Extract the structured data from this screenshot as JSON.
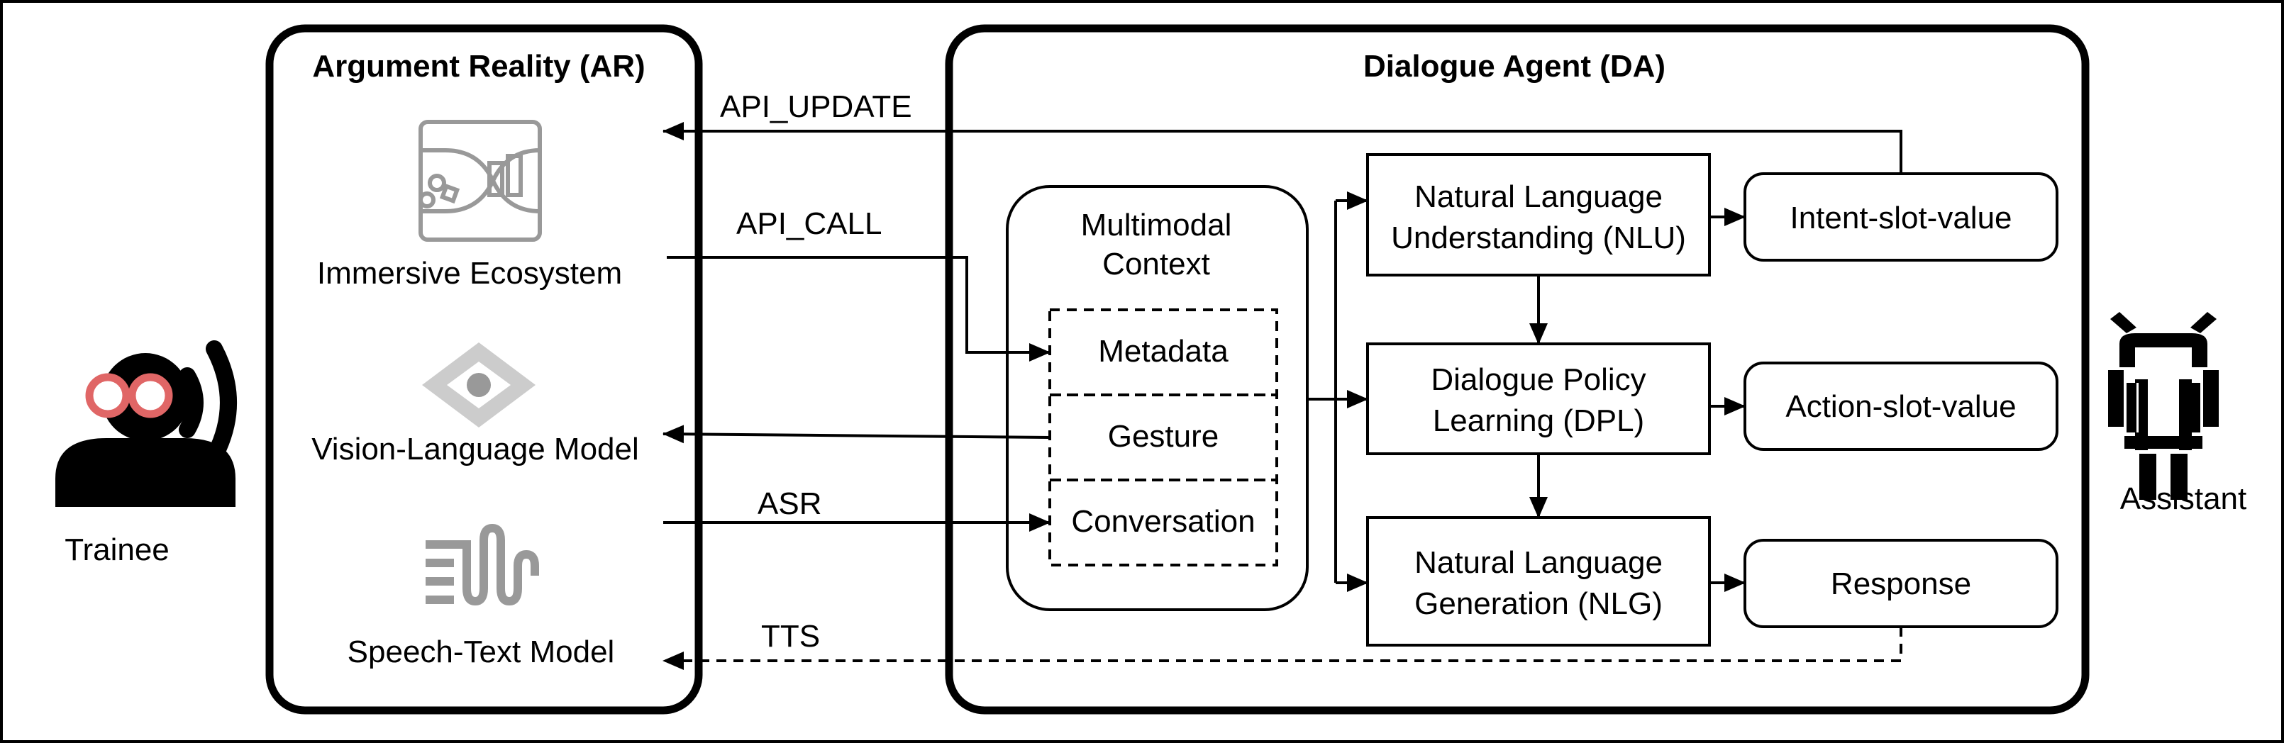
{
  "ar": {
    "title": "Argument Reality (AR)",
    "immersive_label": "Immersive Ecosystem",
    "vlm_label": "Vision-Language Model",
    "speech_label": "Speech-Text Model"
  },
  "da": {
    "title": "Dialogue Agent (DA)",
    "context_title_1": "Multimodal",
    "context_title_2": "Context",
    "metadata": "Metadata",
    "gesture": "Gesture",
    "conversation": "Conversation",
    "nlu_1": "Natural Language",
    "nlu_2": "Understanding (NLU)",
    "dpl_1": "Dialogue Policy",
    "dpl_2": "Learning (DPL)",
    "nlg_1": "Natural Language",
    "nlg_2": "Generation (NLG)",
    "intent": "Intent-slot-value",
    "action": "Action-slot-value",
    "response": "Response"
  },
  "arrows": {
    "api_update": "API_UPDATE",
    "api_call": "API_CALL",
    "asr": "ASR",
    "tts": "TTS"
  },
  "actors": {
    "trainee": "Trainee",
    "assistant": "Assistant"
  },
  "colors": {
    "glasses": "#e06666",
    "icon_gray": "#999999",
    "icon_light": "#cccccc"
  }
}
